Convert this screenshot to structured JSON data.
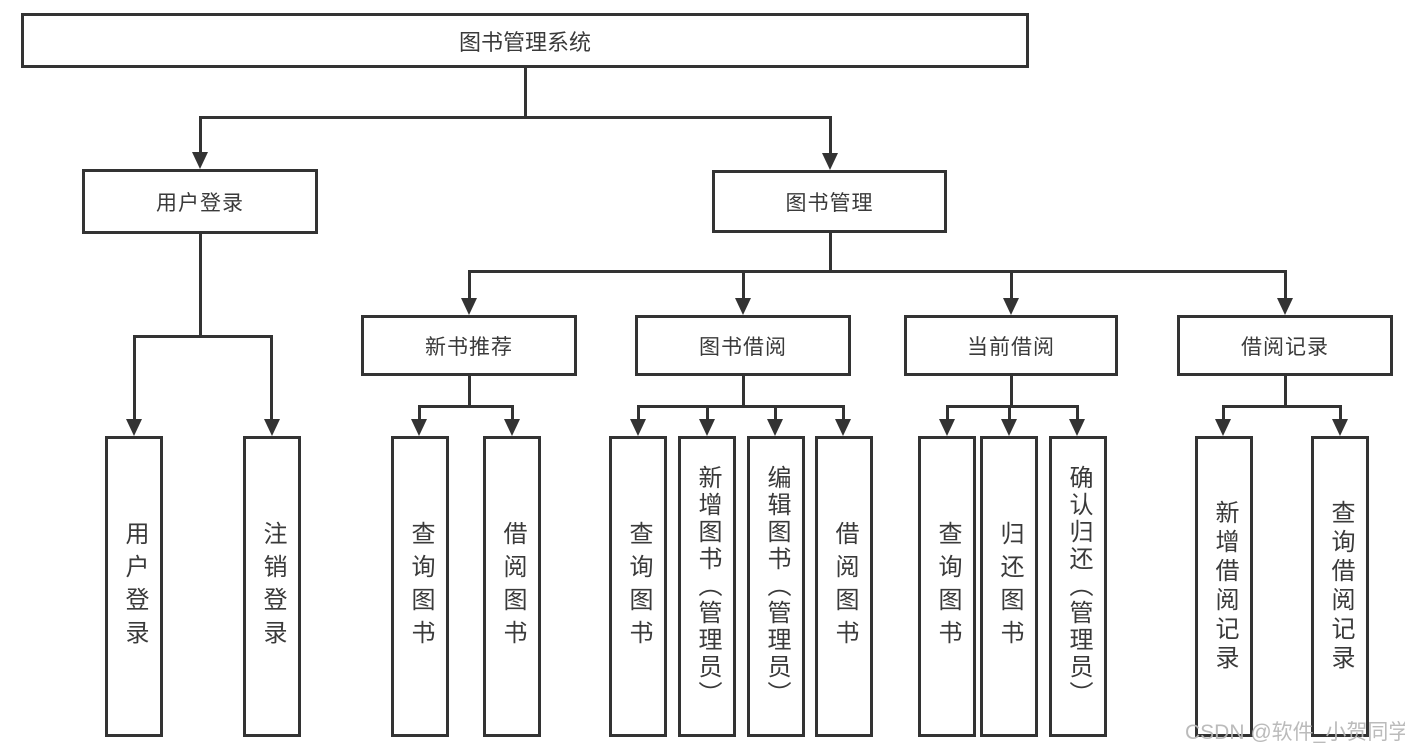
{
  "diagram": {
    "root": {
      "label": "图书管理系统"
    },
    "level2": [
      {
        "label": "用户登录"
      },
      {
        "label": "图书管理"
      }
    ],
    "level3": [
      {
        "label": "新书推荐"
      },
      {
        "label": "图书借阅"
      },
      {
        "label": "当前借阅"
      },
      {
        "label": "借阅记录"
      }
    ],
    "leaves": [
      {
        "label": "用户登录"
      },
      {
        "label": "注销登录"
      },
      {
        "label": "查询图书"
      },
      {
        "label": "借阅图书"
      },
      {
        "label": "查询图书"
      },
      {
        "label": "新增图书（管理员）"
      },
      {
        "label": "编辑图书（管理员）"
      },
      {
        "label": "借阅图书"
      },
      {
        "label": "查询图书"
      },
      {
        "label": "归还图书"
      },
      {
        "label": "确认归还（管理员）"
      },
      {
        "label": "新增借阅记录"
      },
      {
        "label": "查询借阅记录"
      }
    ],
    "watermark": "CSDN @软件_小贺同学",
    "colors": {
      "line": "#333333",
      "box_background": "#ffffff",
      "text": "#3a3a3a",
      "watermark": "#b7b7b7"
    }
  }
}
